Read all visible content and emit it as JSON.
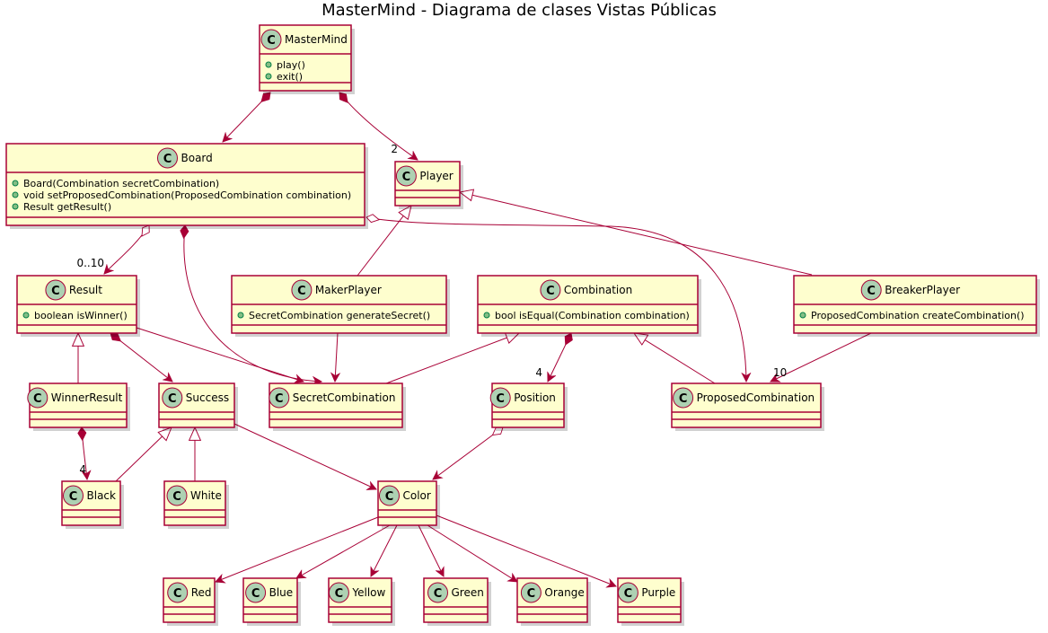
{
  "title": "MasterMind - Diagrama de clases Vistas Públicas",
  "colors": {
    "class_fill": "#FEFECE",
    "border": "#A80036",
    "badge": "#ADD1B2",
    "visibility": "#84BE84"
  },
  "classes": [
    {
      "id": "mastermind",
      "name": "MasterMind",
      "members": [
        "play()",
        "exit()"
      ]
    },
    {
      "id": "board",
      "name": "Board",
      "members": [
        "Board(Combination secretCombination)",
        "void setProposedCombination(ProposedCombination combination)",
        "Result getResult()"
      ]
    },
    {
      "id": "player",
      "name": "Player",
      "members": []
    },
    {
      "id": "result",
      "name": "Result",
      "members": [
        "boolean isWinner()"
      ]
    },
    {
      "id": "makerplayer",
      "name": "MakerPlayer",
      "members": [
        "SecretCombination generateSecret()"
      ]
    },
    {
      "id": "combination",
      "name": "Combination",
      "members": [
        "bool isEqual(Combination combination)"
      ]
    },
    {
      "id": "breakerplayer",
      "name": "BreakerPlayer",
      "members": [
        "ProposedCombination createCombination()"
      ]
    },
    {
      "id": "winnerresult",
      "name": "WinnerResult",
      "members": []
    },
    {
      "id": "success",
      "name": "Success",
      "members": []
    },
    {
      "id": "secretcombination",
      "name": "SecretCombination",
      "members": []
    },
    {
      "id": "position",
      "name": "Position",
      "members": []
    },
    {
      "id": "proposedcombination",
      "name": "ProposedCombination",
      "members": []
    },
    {
      "id": "black",
      "name": "Black",
      "members": []
    },
    {
      "id": "white",
      "name": "White",
      "members": []
    },
    {
      "id": "color",
      "name": "Color",
      "members": []
    },
    {
      "id": "red",
      "name": "Red",
      "members": []
    },
    {
      "id": "blue",
      "name": "Blue",
      "members": []
    },
    {
      "id": "yellow",
      "name": "Yellow",
      "members": []
    },
    {
      "id": "green",
      "name": "Green",
      "members": []
    },
    {
      "id": "orange",
      "name": "Orange",
      "members": []
    },
    {
      "id": "purple",
      "name": "Purple",
      "members": []
    }
  ],
  "relations": [
    {
      "id": "r1",
      "from": "mastermind",
      "to": "board",
      "type": "composition",
      "multiplicity": ""
    },
    {
      "id": "r2",
      "from": "mastermind",
      "to": "player",
      "type": "composition",
      "multiplicity": "2"
    },
    {
      "id": "r3",
      "from": "board",
      "to": "result",
      "type": "aggregation",
      "multiplicity": "0..10"
    },
    {
      "id": "r4",
      "from": "board",
      "to": "secretcombination",
      "type": "composition",
      "multiplicity": ""
    },
    {
      "id": "r5",
      "from": "board",
      "to": "proposedcombination",
      "type": "aggregation",
      "multiplicity": ""
    },
    {
      "id": "r6",
      "from": "makerplayer",
      "to": "player",
      "type": "inheritance",
      "multiplicity": ""
    },
    {
      "id": "r7",
      "from": "breakerplayer",
      "to": "player",
      "type": "inheritance",
      "multiplicity": ""
    },
    {
      "id": "r8",
      "from": "makerplayer",
      "to": "secretcombination",
      "type": "association",
      "multiplicity": ""
    },
    {
      "id": "r9",
      "from": "breakerplayer",
      "to": "proposedcombination",
      "type": "association",
      "multiplicity": "10"
    },
    {
      "id": "r10",
      "from": "winnerresult",
      "to": "result",
      "type": "inheritance",
      "multiplicity": ""
    },
    {
      "id": "r11",
      "from": "result",
      "to": "success",
      "type": "composition",
      "multiplicity": ""
    },
    {
      "id": "r12",
      "from": "result",
      "to": "secretcombination",
      "type": "association",
      "multiplicity": ""
    },
    {
      "id": "r13",
      "from": "secretcombination",
      "to": "combination",
      "type": "inheritance",
      "multiplicity": ""
    },
    {
      "id": "r14",
      "from": "proposedcombination",
      "to": "combination",
      "type": "inheritance",
      "multiplicity": ""
    },
    {
      "id": "r15",
      "from": "combination",
      "to": "position",
      "type": "composition",
      "multiplicity": "4"
    },
    {
      "id": "r16",
      "from": "winnerresult",
      "to": "black",
      "type": "composition",
      "multiplicity": "4"
    },
    {
      "id": "r17",
      "from": "black",
      "to": "success",
      "type": "inheritance",
      "multiplicity": ""
    },
    {
      "id": "r18",
      "from": "white",
      "to": "success",
      "type": "inheritance",
      "multiplicity": ""
    },
    {
      "id": "r19",
      "from": "success",
      "to": "color",
      "type": "association",
      "multiplicity": ""
    },
    {
      "id": "r20",
      "from": "position",
      "to": "color",
      "type": "aggregation",
      "multiplicity": ""
    },
    {
      "id": "r21",
      "from": "color",
      "to": "red",
      "type": "association",
      "multiplicity": ""
    },
    {
      "id": "r22",
      "from": "color",
      "to": "blue",
      "type": "association",
      "multiplicity": ""
    },
    {
      "id": "r23",
      "from": "color",
      "to": "yellow",
      "type": "association",
      "multiplicity": ""
    },
    {
      "id": "r24",
      "from": "color",
      "to": "green",
      "type": "association",
      "multiplicity": ""
    },
    {
      "id": "r25",
      "from": "color",
      "to": "orange",
      "type": "association",
      "multiplicity": ""
    },
    {
      "id": "r26",
      "from": "color",
      "to": "purple",
      "type": "association",
      "multiplicity": ""
    }
  ]
}
